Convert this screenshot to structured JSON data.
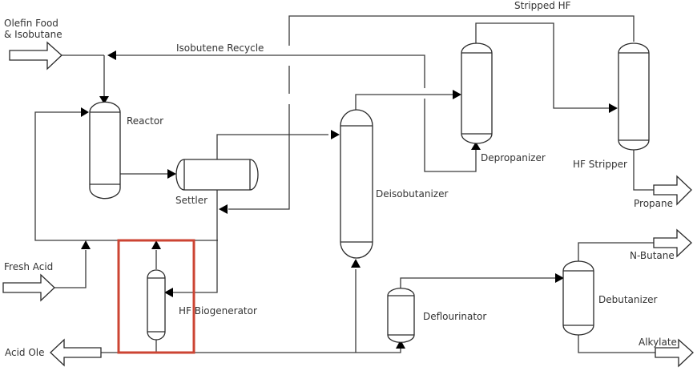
{
  "diagram": {
    "type": "process-flow-diagram",
    "title": "HF Alkylation Process",
    "colors": {
      "line": "#3a3a3a",
      "highlight": "#cc4433",
      "background": "#ffffff"
    },
    "streams": {
      "olefin_feed_line1": "Olefin Food",
      "olefin_feed_line2": "& Isobutane",
      "isobutene_recycle": "Isobutene Recycle",
      "stripped_hf": "Stripped HF",
      "fresh_acid": "Fresh Acid",
      "acid_ole": "Acid Ole",
      "propane": "Propane",
      "n_butane": "N-Butane",
      "alkylate": "Alkylate"
    },
    "units": {
      "reactor": "Reactor",
      "settler": "Settler",
      "deisobutanizer": "Deisobutanizer",
      "depropanizer": "Depropanizer",
      "hf_stripper": "HF Stripper",
      "hf_biogenerator": "HF Biogenerator",
      "deflourinator": "Deflourinator",
      "debutanizer": "Debutanizer"
    },
    "highlighted_unit": "HF Biogenerator"
  }
}
